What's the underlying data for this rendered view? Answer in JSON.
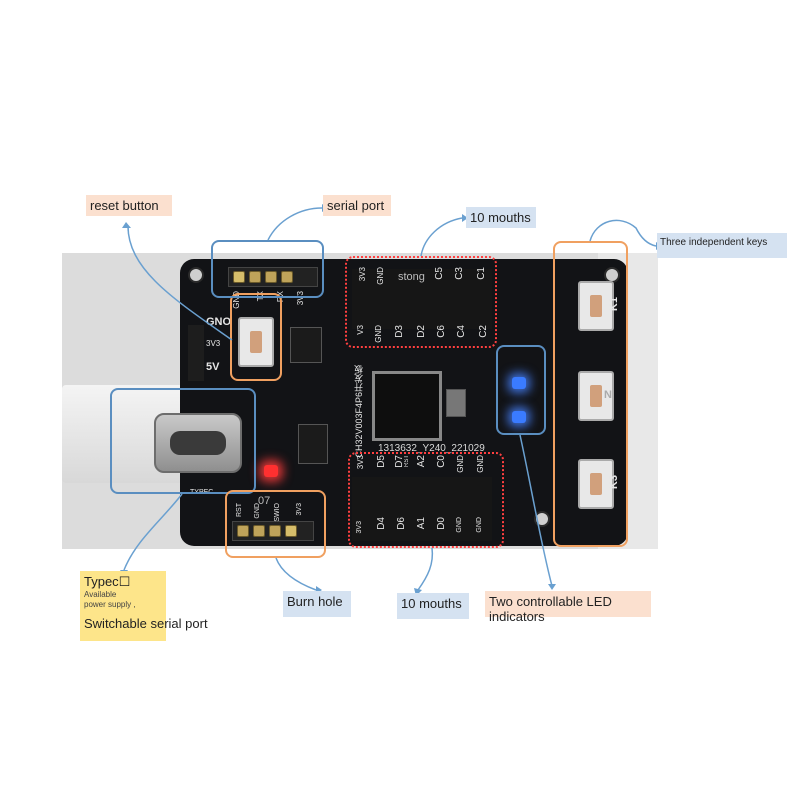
{
  "callouts": {
    "reset_button": "reset button",
    "serial_port": "serial port",
    "mouths_top": "10 mouths",
    "three_keys": "Three independent keys",
    "typec_title": "Typec☐",
    "typec_sub1": "Available",
    "typec_sub2": "power supply ,",
    "typec_sub3": "Switchable serial port",
    "burn_hole": "Burn hole",
    "mouths_bottom": "10 mouths",
    "led_indicators": "Two controllable LED indicators"
  },
  "board": {
    "silk_left": [
      "GNO",
      "3V3",
      "5V"
    ],
    "serial_header": [
      "GND",
      "TX",
      "RX",
      "3V3"
    ],
    "top_header_labels": [
      "3V3",
      "GND",
      "C5",
      "C3",
      "C1"
    ],
    "top_header_labels2": [
      "V3",
      "GND",
      "D3",
      "D2",
      "C6",
      "C4",
      "C2"
    ],
    "top_overlay": "stong",
    "bottom_header_labels": [
      "3V3",
      "D5",
      "D7",
      "RST",
      "A2",
      "C0",
      "GND",
      "GND"
    ],
    "bottom_header_labels2": [
      "3V3",
      "D4",
      "D6",
      "A1",
      "D0",
      "GND",
      "GND"
    ],
    "burn_header": [
      "RST",
      "GND",
      "SWIO",
      "3V3"
    ],
    "burn_overlay": "07",
    "chip_caption": "1313632_Y240_221029",
    "board_name": "CH32V003F4P6开发板",
    "keys": [
      "K1",
      "N",
      "K3"
    ],
    "type_c_label": "TYPEC"
  },
  "colors": {
    "orange_highlight": "#f0a060",
    "blue_highlight": "#5a8ec0",
    "red_dotted": "#ff4040",
    "callout_orange": "#fbe0cf",
    "callout_blue": "#d5e2f1",
    "callout_yellow": "#fde58a"
  }
}
